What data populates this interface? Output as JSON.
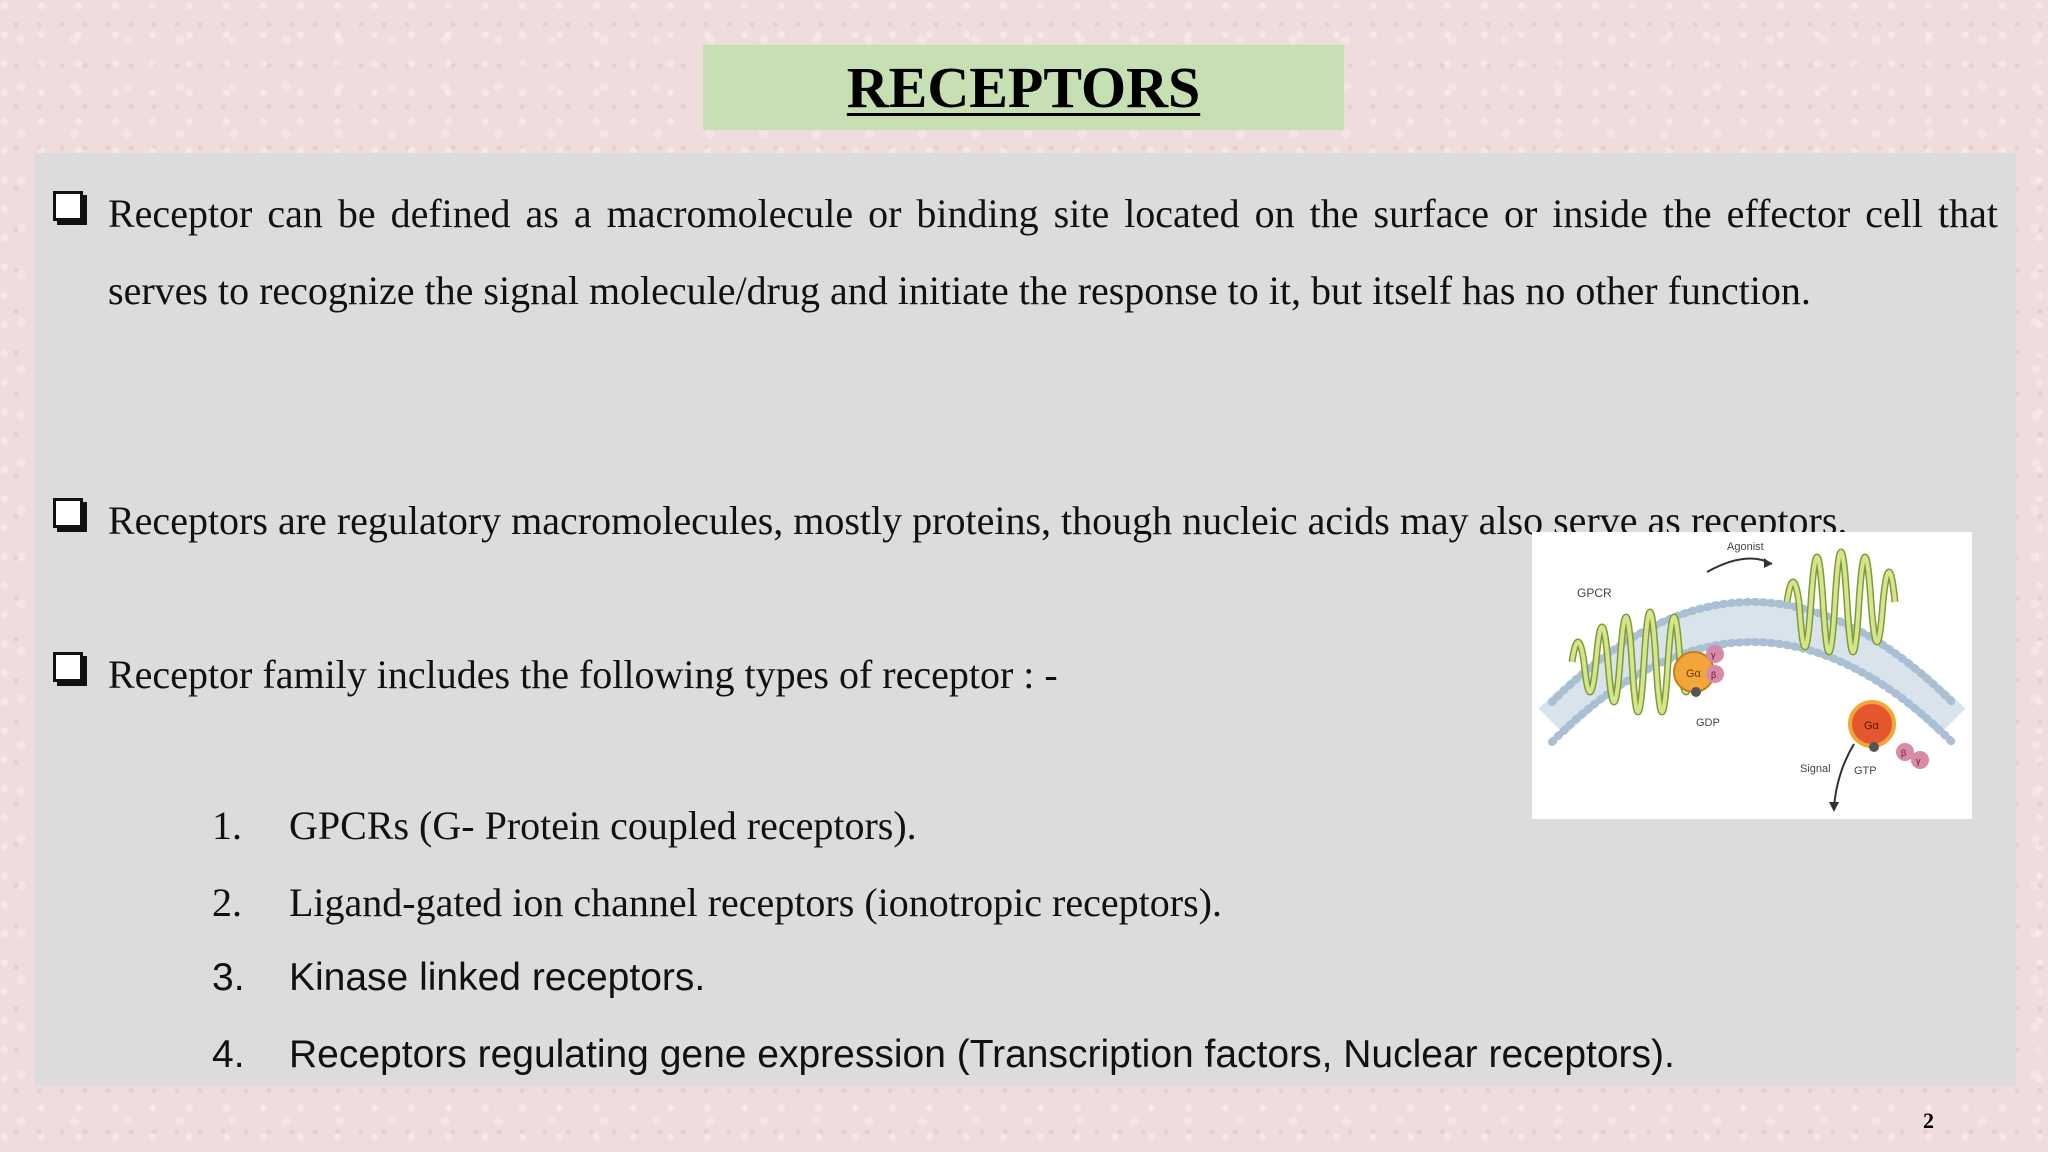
{
  "title": "RECEPTORS",
  "bullets": [
    "Receptor can be  defined as a macromolecule or binding site located on the surface or inside the effector cell that serves to recognize the signal molecule/drug and initiate the response to it, but itself has no other function.",
    "Receptors are regulatory macromolecules, mostly proteins, though nucleic acids may also serve as receptors.",
    "Receptor family includes the following types of receptor : -"
  ],
  "receptor_types": [
    {
      "num": "1.",
      "text": "GPCRs (G- Protein coupled receptors)."
    },
    {
      "num": "2.",
      "text": "Ligand-gated ion channel receptors (ionotropic receptors)."
    },
    {
      "num": "3.",
      "text": "Kinase linked receptors."
    },
    {
      "num": "4.",
      "text": "Receptors regulating gene expression (Transcription factors, Nuclear receptors)."
    }
  ],
  "figure": {
    "labels": {
      "gpcr": "GPCR",
      "agonist": "Agonist",
      "gdp": "GDP",
      "gtp": "GTP",
      "signal": "Signal",
      "g_alpha": "Gα",
      "beta": "β",
      "gamma": "γ"
    },
    "colors": {
      "membrane_head": "#a9bfd3",
      "helix": "#c8dc86",
      "g_alpha_inactive": "#f2a63a",
      "g_alpha_active": "#e4572e",
      "beta_gamma": "#d98aa6"
    }
  },
  "page_number": "2"
}
